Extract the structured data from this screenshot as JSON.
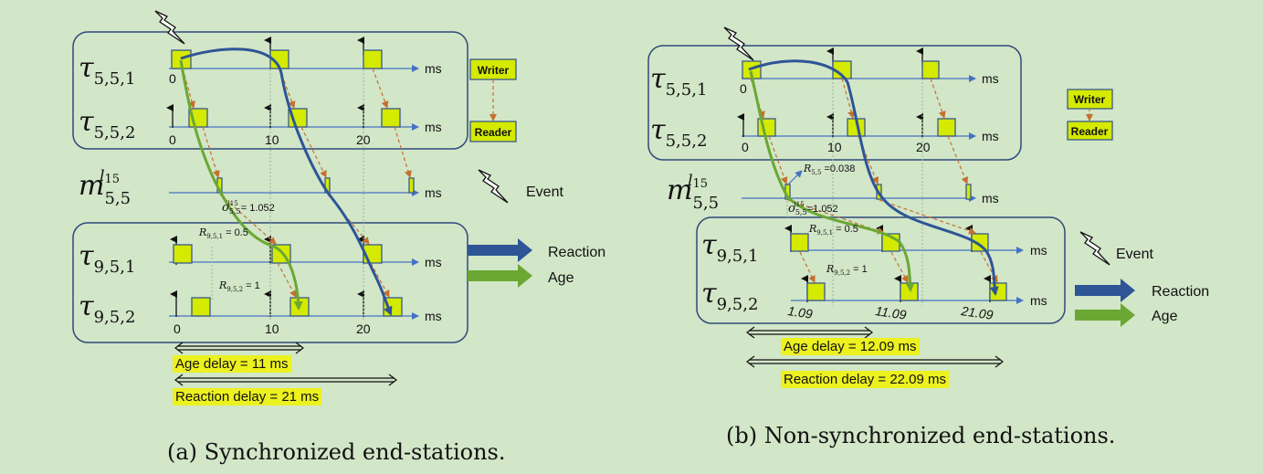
{
  "panel_a": {
    "tasks": {
      "t551": {
        "base": "τ",
        "sub": "5,5,1"
      },
      "t552": {
        "base": "τ",
        "sub": "5,5,2"
      },
      "msg": {
        "base": "m",
        "sub": "5,5",
        "sup": "l",
        "supsub": "15"
      },
      "t951": {
        "base": "τ",
        "sub": "9,5,1"
      },
      "t952": {
        "base": "τ",
        "sub": "9,5,2"
      }
    },
    "unit": "ms",
    "ticks_552": [
      "0",
      "10",
      "20"
    ],
    "ticks_952": [
      "0",
      "10",
      "20"
    ],
    "tick_551": "0",
    "writer": "Writer",
    "reader": "Reader",
    "event": "Event",
    "legend": {
      "reaction": "Reaction",
      "age": "Age"
    },
    "offset_label": {
      "sym": "o",
      "sub": "5,5",
      "sup": "l15",
      "value": "= 1.052"
    },
    "r951": {
      "sym": "R",
      "sub": "9,5,1",
      "value": "= 0.5"
    },
    "r952": {
      "sym": "R",
      "sub": "9,5,2",
      "value": "= 1"
    },
    "age_delay": "Age delay = 11 ms",
    "reaction_delay": "Reaction delay = 21 ms",
    "caption": "(a) Synchronized end-stations."
  },
  "panel_b": {
    "tasks": {
      "t551": {
        "base": "τ",
        "sub": "5,5,1"
      },
      "t552": {
        "base": "τ",
        "sub": "5,5,2"
      },
      "msg": {
        "base": "m",
        "sub": "5,5",
        "sup": "l",
        "supsub": "15"
      },
      "t951": {
        "base": "τ",
        "sub": "9,5,1"
      },
      "t952": {
        "base": "τ",
        "sub": "9,5,2"
      }
    },
    "unit": "ms",
    "tick_551": "0",
    "ticks_552": [
      "0",
      "10",
      "20"
    ],
    "ticks_952": [
      "1.09",
      "11.09",
      "21.09"
    ],
    "writer": "Writer",
    "reader": "Reader",
    "event": "Event",
    "legend": {
      "reaction": "Reaction",
      "age": "Age"
    },
    "r55": {
      "sym": "R",
      "sub": "5,5",
      "value": "=0.038"
    },
    "offset_label": {
      "sym": "o",
      "sub": "5,5",
      "sup": "l15",
      "value": "=1.052"
    },
    "r951": {
      "sym": "R",
      "sub": "9,5,1",
      "value": "= 0.5"
    },
    "r952": {
      "sym": "R",
      "sub": "9,5,2",
      "value": "= 1"
    },
    "age_delay": "Age delay = 12.09 ms",
    "reaction_delay": "Reaction delay = 22.09 ms",
    "caption": "(b) Non-synchronized end-stations."
  },
  "colors": {
    "background": "#d2e6c8",
    "box_fill": "#d4ea00",
    "box_stroke": "#3a5a8c",
    "timeline": "#4472c4",
    "reaction": "#2e5596",
    "age": "#6aa833",
    "dashed": "#c5702f",
    "highlight": "#ecf11f"
  },
  "icons": [
    "lightning-icon",
    "right-arrow-icon"
  ]
}
